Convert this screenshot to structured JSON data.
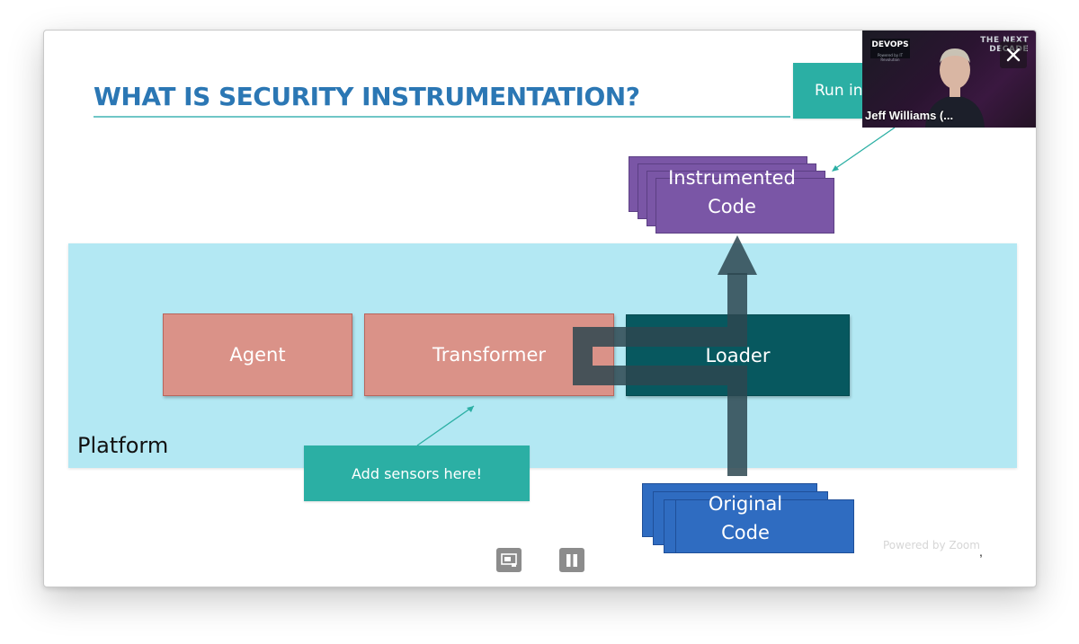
{
  "slide": {
    "title": "WHAT IS SECURITY INSTRUMENTATION?",
    "platform_label": "Platform",
    "boxes": {
      "agent": "Agent",
      "transformer": "Transformer",
      "loader": "Loader"
    },
    "instrumented_code": "Instrumented\nCode",
    "original_code": "Original\nCode",
    "callout_sensors": "Add sensors here!",
    "callout_run": "Run in"
  },
  "video": {
    "participant_name": "Jeff Williams (...",
    "event_badge": "DEVOPS",
    "event_badge_sub": "Powered by IT Revolution",
    "event_title": "THE NEXT\nDECADE"
  },
  "watermark": "Powered by Zoom",
  "colors": {
    "title": "#2B77B4",
    "platform": "#B3E8F3",
    "pink_box": "#DA9288",
    "loader_box": "#07585F",
    "instrumented": "#7A56A6",
    "original": "#2F6CC1",
    "callout": "#2BAFA4",
    "arrow": "#2D4750"
  },
  "icons": {
    "close": "close-icon",
    "present": "screen-share-icon",
    "pause": "pause-icon"
  }
}
